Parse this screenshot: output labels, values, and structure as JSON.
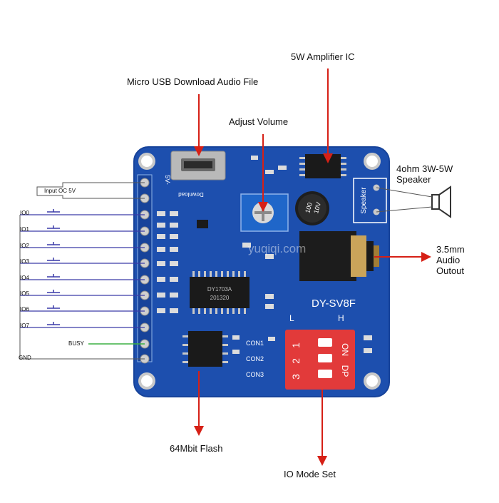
{
  "callouts": {
    "amplifier": "5W Amplifier IC",
    "usb": "Micro USB Download Audio File",
    "volume": "Adjust Volume",
    "speaker_line1": "4ohm 3W-5W",
    "speaker_line2": "Speaker",
    "audio_line1": "3.5mm",
    "audio_line2": "Audio",
    "audio_line3": "Outout",
    "flash": "64Mbit Flash",
    "iomode": "IO Mode Set"
  },
  "pins": {
    "input_label": "Input OC 5V",
    "io": [
      "IO0",
      "IO1",
      "IO2",
      "IO3",
      "IO4",
      "IO5",
      "IO6",
      "IO7"
    ],
    "busy": "BUSY",
    "gnd": "GND"
  },
  "board": {
    "model": "DY-SV8F",
    "silk_5v": "5V-",
    "silk_download": "Download",
    "silk_speaker": "Speaker",
    "con1": "CON1",
    "con2": "CON2",
    "con3": "CON3",
    "switch_l": "L",
    "switch_h": "H",
    "switch_on": "ON",
    "switch_dp": "DP",
    "switch_nums": [
      "1",
      "2",
      "3"
    ],
    "chip_main_line1": "DY1703A",
    "chip_main_line2": "201320",
    "cap_line1": "100",
    "cap_line2": "10V",
    "watermark": "yuqiqi.com"
  },
  "colors": {
    "board": "#1d4fae",
    "board_edge": "#17439a",
    "arrow": "#d62016",
    "pin_line": "#3a3aa8",
    "busy_line": "#3cb043",
    "dip_switch": "#e23a3a"
  }
}
